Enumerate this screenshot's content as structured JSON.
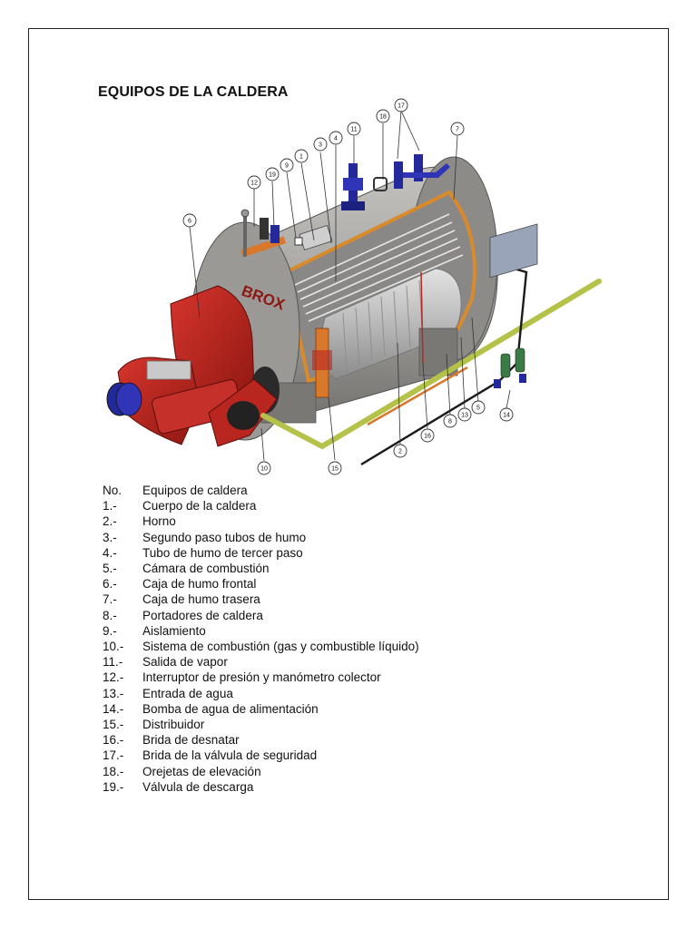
{
  "document": {
    "title": "EQUIPOS DE LA CALDERA"
  },
  "figure": {
    "brand_label": "BROX",
    "callout_numbers": [
      "1",
      "2",
      "3",
      "4",
      "5",
      "6",
      "7",
      "8",
      "9",
      "10",
      "11",
      "12",
      "13",
      "14",
      "15",
      "16",
      "17",
      "18",
      "19"
    ],
    "colors": {
      "shell": "#a3a19e",
      "front_plate": "#b8261f",
      "burner": "#c5302a",
      "insulation": "#d98a2a",
      "pipe_green": "#b5c24a",
      "pipe_black": "#1b1b1b",
      "valve_blue": "#23289a",
      "pump_green": "#3a7a45"
    }
  },
  "legend": {
    "header": {
      "num": "No.",
      "text": "Equipos de caldera"
    },
    "items": [
      {
        "num": "1.-",
        "text": "Cuerpo de la caldera"
      },
      {
        "num": "2.-",
        "text": "Horno"
      },
      {
        "num": "3.-",
        "text": "Segundo paso tubos de humo"
      },
      {
        "num": "4.-",
        "text": "Tubo de humo de tercer paso"
      },
      {
        "num": "5.-",
        "text": "Cámara de combustión"
      },
      {
        "num": "6.-",
        "text": "Caja de humo frontal"
      },
      {
        "num": "7.-",
        "text": "Caja de humo trasera"
      },
      {
        "num": "8.-",
        "text": "Portadores de caldera"
      },
      {
        "num": "9.-",
        "text": "Aislamiento"
      },
      {
        "num": "10.-",
        "text": "Sistema de combustión (gas y combustible líquido)"
      },
      {
        "num": "11.-",
        "text": "Salida de vapor"
      },
      {
        "num": "12.-",
        "text": "Interruptor de presión y manómetro colector"
      },
      {
        "num": "13.-",
        "text": "Entrada de agua"
      },
      {
        "num": "14.-",
        "text": "Bomba de agua de alimentación"
      },
      {
        "num": "15.-",
        "text": "Distribuidor"
      },
      {
        "num": "16.-",
        "text": "Brida de desnatar"
      },
      {
        "num": "17.-",
        "text": "Brida de la válvula de seguridad"
      },
      {
        "num": "18.-",
        "text": "Orejetas de elevación"
      },
      {
        "num": "19.-",
        "text": "Válvula de descarga"
      }
    ]
  }
}
